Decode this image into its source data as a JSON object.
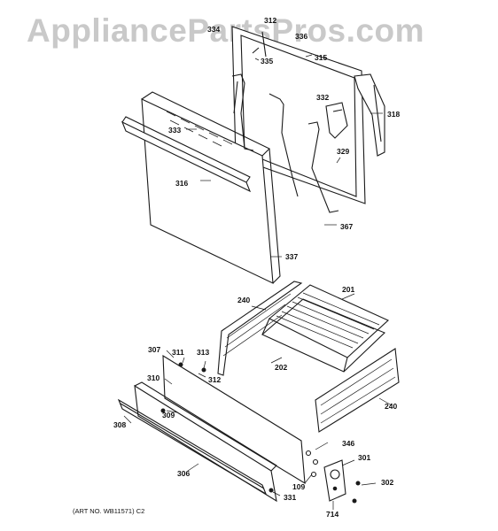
{
  "watermark": "AppliancePartsPros.com",
  "art_number": "(ART NO. WB11571) C2",
  "callouts": {
    "c312a": "312",
    "c334": "334",
    "c336": "336",
    "c335": "335",
    "c315": "315",
    "c332": "332",
    "c318": "318",
    "c333": "333",
    "c329": "329",
    "c316": "316",
    "c367": "367",
    "c337": "337",
    "c201": "201",
    "c240a": "240",
    "c202": "202",
    "c307": "307",
    "c311": "311",
    "c313": "313",
    "c312b": "312",
    "c310": "310",
    "c309": "309",
    "c308": "308",
    "c240b": "240",
    "c346": "346",
    "c301": "301",
    "c306": "306",
    "c109": "109",
    "c302": "302",
    "c331": "331",
    "c714": "714"
  }
}
